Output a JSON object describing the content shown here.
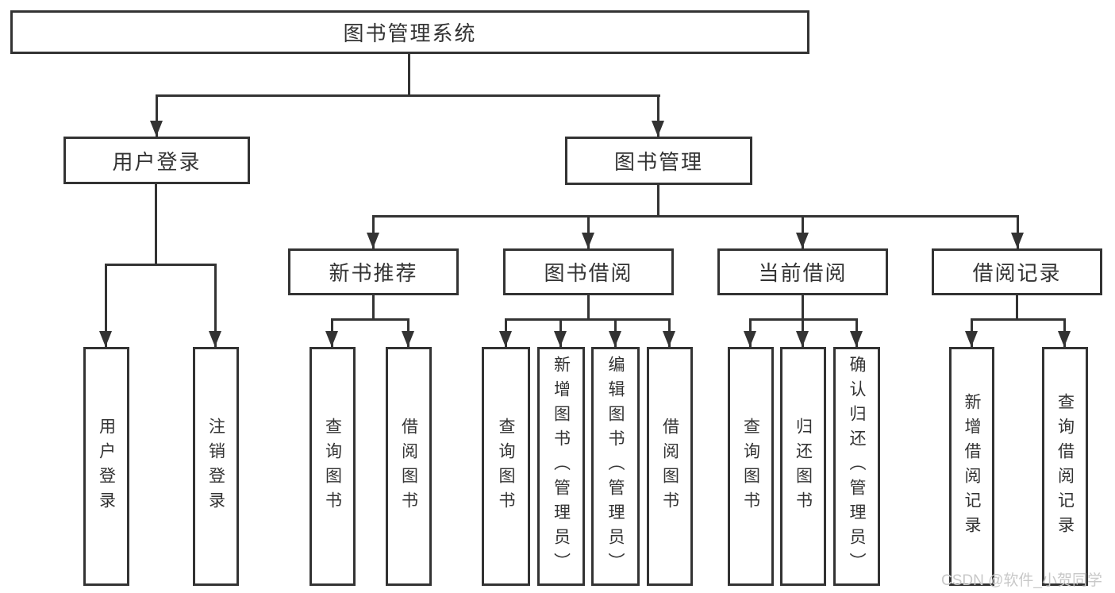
{
  "nodes": {
    "root": "图书管理系统",
    "user_login": "用户登录",
    "book_management": "图书管理",
    "new_book_recommend": "新书推荐",
    "book_borrow": "图书借阅",
    "current_borrow": "当前借阅",
    "borrow_records": "借阅记录"
  },
  "leaves": [
    {
      "label": "用户登录"
    },
    {
      "label": "注销登录"
    },
    {
      "label": "查询图书"
    },
    {
      "label": "借阅图书"
    },
    {
      "label": "查询图书"
    },
    {
      "label": "新增图书（管理员）"
    },
    {
      "label": "编辑图书（管理员）"
    },
    {
      "label": "借阅图书"
    },
    {
      "label": "查询图书"
    },
    {
      "label": "归还图书"
    },
    {
      "label": "确认归还（管理员）"
    },
    {
      "label": "新增借阅记录"
    },
    {
      "label": "查询借阅记录"
    }
  ],
  "watermark": "CSDN @软件_小贺同学",
  "colors": {
    "line": "#333333",
    "text": "#333333",
    "background": "#ffffff",
    "watermark": "#c8c8c8"
  }
}
